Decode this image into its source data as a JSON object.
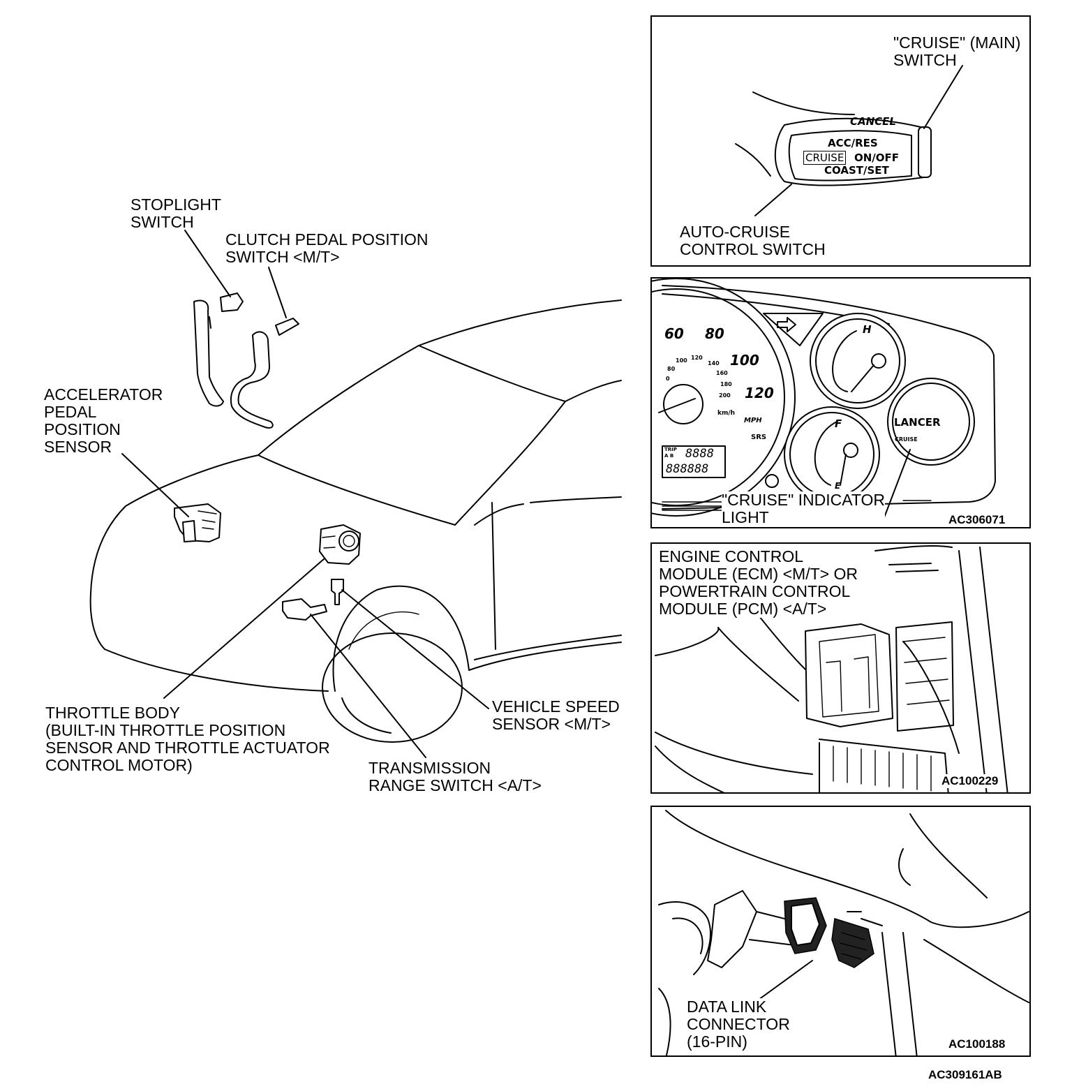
{
  "main": {
    "labels": {
      "stoplight_switch": "STOPLIGHT\nSWITCH",
      "clutch_switch": "CLUTCH PEDAL POSITION\nSWITCH <M/T>",
      "accelerator_sensor": "ACCELERATOR\nPEDAL\nPOSITION\nSENSOR",
      "throttle_body": "THROTTLE BODY\n(BUILT-IN THROTTLE POSITION\nSENSOR AND THROTTLE ACTUATOR\nCONTROL MOTOR)",
      "vehicle_speed_sensor": "VEHICLE SPEED\nSENSOR <M/T>",
      "transmission_range_switch": "TRANSMISSION\nRANGE SWITCH <A/T>"
    },
    "figure_code": "AC309161AB"
  },
  "panels": {
    "cruise_switch": {
      "main_switch_label": "\"CRUISE\" (MAIN)\nSWITCH",
      "control_switch_label": "AUTO-CRUISE\nCONTROL SWITCH",
      "lever_text": {
        "cancel": "CANCEL",
        "acc_res": "ACC/RES",
        "cruise": "CRUISE",
        "on_off": "ON/OFF",
        "coast_set": "COAST/SET"
      }
    },
    "cluster": {
      "indicator_label": "\"CRUISE\" INDICATOR\nLIGHT",
      "code": "AC306071",
      "speeds_mph": [
        "60",
        "80",
        "100",
        "120"
      ],
      "speeds_kmh": [
        "80",
        "100",
        "120",
        "140",
        "160",
        "180",
        "200"
      ],
      "units": [
        "km/h",
        "MPH"
      ],
      "srs": "SRS",
      "brand": "LANCER",
      "cruise_lamp": "CRUISE",
      "temp_hot": "H",
      "fuel_full": "F",
      "fuel_empty": "E",
      "speed_zero": "0",
      "odometer": "888888",
      "trip_digits": "8888",
      "trip_label": "TRIP",
      "trip_ab": "A B"
    },
    "ecm": {
      "label": "ENGINE CONTROL\nMODULE (ECM) <M/T> OR\nPOWERTRAIN CONTROL\nMODULE (PCM) <A/T>",
      "code": "AC100229"
    },
    "dlc": {
      "label": "DATA LINK\nCONNECTOR\n(16-PIN)",
      "code": "AC100188"
    }
  }
}
